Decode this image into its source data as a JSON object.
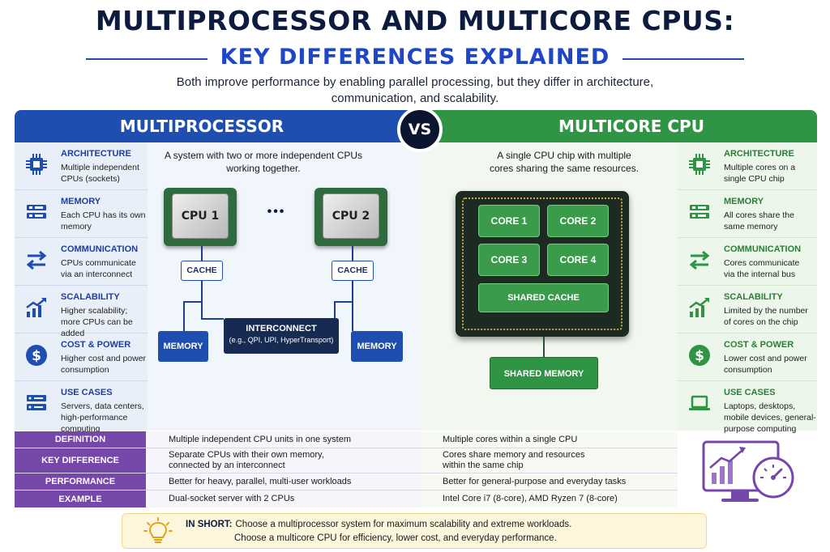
{
  "header": {
    "title_line1": "MULTIPROCESSOR AND MULTICORE CPUS:",
    "title_line2": "KEY DIFFERENCES EXPLAINED",
    "subtitle": "Both improve performance by enabling parallel processing, but they differ in architecture, communication, and scalability."
  },
  "left": {
    "heading": "MULTIPROCESSOR",
    "description": "A system with two or more independent CPUs working together.",
    "features": [
      {
        "icon": "chip-icon",
        "title": "ARCHITECTURE",
        "desc": "Multiple independent CPUs (sockets)"
      },
      {
        "icon": "memory-icon",
        "title": "MEMORY",
        "desc": "Each CPU has its own memory"
      },
      {
        "icon": "arrows-icon",
        "title": "COMMUNICATION",
        "desc": "CPUs communicate via an interconnect"
      },
      {
        "icon": "growth-chart-icon",
        "title": "SCALABILITY",
        "desc": "Higher scalability; more CPUs can be added"
      },
      {
        "icon": "dollar-icon",
        "title": "COST & POWER",
        "desc": "Higher cost and power consumption"
      },
      {
        "icon": "server-icon",
        "title": "USE CASES",
        "desc": "Servers, data centers, high-performance computing"
      }
    ],
    "diagram": {
      "cpu1": "CPU 1",
      "cpu2": "CPU 2",
      "ellipsis": "•••",
      "cache": "CACHE",
      "memory": "MEMORY",
      "interconnect": "INTERCONNECT",
      "interconnect_examples": "(e.g., QPI, UPI, HyperTransport)"
    }
  },
  "vs_label": "VS",
  "right": {
    "heading": "MULTICORE CPU",
    "description": "A single CPU chip with multiple cores sharing the same resources.",
    "features": [
      {
        "icon": "chip-icon",
        "title": "ARCHITECTURE",
        "desc": "Multiple cores on a single CPU chip"
      },
      {
        "icon": "memory-icon",
        "title": "MEMORY",
        "desc": "All cores share the same memory"
      },
      {
        "icon": "arrows-icon",
        "title": "COMMUNICATION",
        "desc": "Cores communicate via the internal bus"
      },
      {
        "icon": "growth-chart-icon",
        "title": "SCALABILITY",
        "desc": "Limited by the number of cores on the chip"
      },
      {
        "icon": "dollar-icon",
        "title": "COST & POWER",
        "desc": "Lower cost and power consumption"
      },
      {
        "icon": "laptop-icon",
        "title": "USE CASES",
        "desc": "Laptops, desktops, mobile devices, general-purpose computing"
      }
    ],
    "diagram": {
      "cores": [
        "CORE 1",
        "CORE 2",
        "CORE 3",
        "CORE 4"
      ],
      "shared_cache": "SHARED CACHE",
      "shared_memory": "SHARED MEMORY"
    }
  },
  "comparison": [
    {
      "label": "DEFINITION",
      "multiprocessor": "Multiple independent CPU units in one system",
      "multicore": "Multiple cores within a single CPU"
    },
    {
      "label": "KEY DIFFERENCE",
      "multiprocessor": "Separate CPUs with their own memory, connected by an interconnect",
      "multicore": "Cores share memory and resources within the same chip"
    },
    {
      "label": "PERFORMANCE",
      "multiprocessor": "Better for heavy, parallel, multi-user workloads",
      "multicore": "Better for general-purpose and everyday tasks"
    },
    {
      "label": "EXAMPLE",
      "multiprocessor": "Dual-socket server with 2 CPUs",
      "multicore": "Intel Core i7 (8-core), AMD Ryzen 7 (8-core)"
    }
  ],
  "summary": {
    "label": "IN SHORT:",
    "line1": "Choose a multiprocessor system for maximum scalability and extreme workloads.",
    "line2": "Choose a multicore CPU for efficiency, lower cost, and everyday performance."
  },
  "colors": {
    "multiprocessor_blue": "#1e4fb0",
    "multicore_green": "#2f9443",
    "table_purple": "#7447a8",
    "navy": "#0d1b3e"
  }
}
